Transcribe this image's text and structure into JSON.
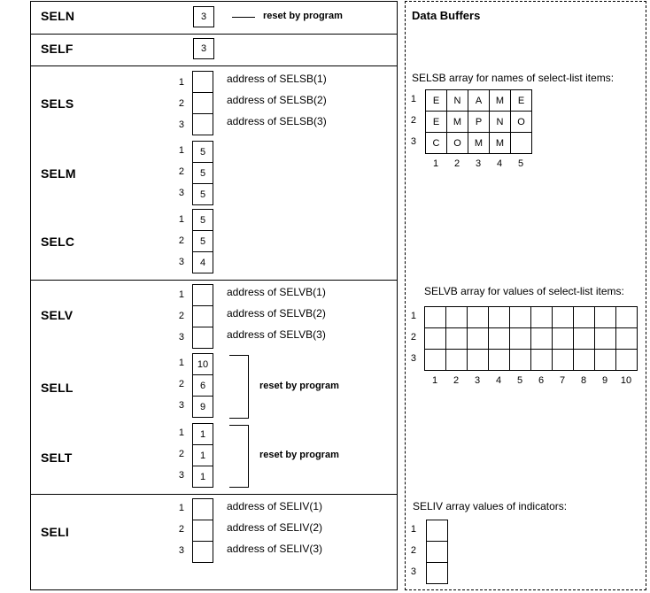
{
  "descriptor": {
    "seln": {
      "name": "SELN",
      "value": "3",
      "note": "reset by program"
    },
    "self": {
      "name": "SELF",
      "value": "3"
    },
    "sels": {
      "name": "SELS",
      "rows": [
        {
          "num": "1",
          "value": "",
          "address": "address of SELSB(1)"
        },
        {
          "num": "2",
          "value": "",
          "address": "address of SELSB(2)"
        },
        {
          "num": "3",
          "value": "",
          "address": "address of SELSB(3)"
        }
      ]
    },
    "selm": {
      "name": "SELM",
      "rows": [
        {
          "num": "1",
          "value": "5"
        },
        {
          "num": "2",
          "value": "5"
        },
        {
          "num": "3",
          "value": "5"
        }
      ]
    },
    "selc": {
      "name": "SELC",
      "rows": [
        {
          "num": "1",
          "value": "5"
        },
        {
          "num": "2",
          "value": "5"
        },
        {
          "num": "3",
          "value": "4"
        }
      ]
    },
    "selv": {
      "name": "SELV",
      "rows": [
        {
          "num": "1",
          "value": "",
          "address": "address of SELVB(1)"
        },
        {
          "num": "2",
          "value": "",
          "address": "address of SELVB(2)"
        },
        {
          "num": "3",
          "value": "",
          "address": "address of SELVB(3)"
        }
      ]
    },
    "sell": {
      "name": "SELL",
      "note": "reset by program",
      "rows": [
        {
          "num": "1",
          "value": "10"
        },
        {
          "num": "2",
          "value": "6"
        },
        {
          "num": "3",
          "value": "9"
        }
      ]
    },
    "selt": {
      "name": "SELT",
      "note": "reset by program",
      "rows": [
        {
          "num": "1",
          "value": "1"
        },
        {
          "num": "2",
          "value": "1"
        },
        {
          "num": "3",
          "value": "1"
        }
      ]
    },
    "seli": {
      "name": "SELI",
      "rows": [
        {
          "num": "1",
          "value": "",
          "address": "address of SELIV(1)"
        },
        {
          "num": "2",
          "value": "",
          "address": "address of SELIV(2)"
        },
        {
          "num": "3",
          "value": "",
          "address": "address of SELIV(3)"
        }
      ]
    }
  },
  "buffers": {
    "title": "Data Buffers",
    "selsb": {
      "caption": "SELSB array for names of select-list items:",
      "row_labels": [
        "1",
        "2",
        "3"
      ],
      "col_labels": [
        "1",
        "2",
        "3",
        "4",
        "5"
      ],
      "cells": [
        [
          "E",
          "N",
          "A",
          "M",
          "E"
        ],
        [
          "E",
          "M",
          "P",
          "N",
          "O"
        ],
        [
          "C",
          "O",
          "M",
          "M",
          ""
        ]
      ]
    },
    "selvb": {
      "caption": "SELVB array for values of select-list items:",
      "row_labels": [
        "1",
        "2",
        "3"
      ],
      "col_labels": [
        "1",
        "2",
        "3",
        "4",
        "5",
        "6",
        "7",
        "8",
        "9",
        "10"
      ]
    },
    "seliv": {
      "caption": "SELIV array values of indicators:",
      "row_labels": [
        "1",
        "2",
        "3"
      ]
    }
  }
}
